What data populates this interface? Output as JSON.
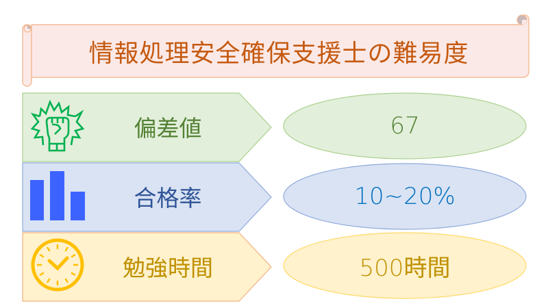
{
  "banner": {
    "title": "情報処理安全確保支援士の難易度",
    "fill": "#fbe9e7",
    "border": "#f4b183",
    "text_color": "#c55a11"
  },
  "rows": [
    {
      "label": "偏差値",
      "value": "67",
      "icon": "fist-icon",
      "fill": "#e2efda",
      "border": "#a9d18e",
      "text_color": "#548235",
      "icon_color": "#00b050"
    },
    {
      "label": "合格率",
      "value": "10~20%",
      "icon": "bar-chart-icon",
      "fill": "#dae3f3",
      "border": "#8faadc",
      "text_color": "#2f5597",
      "value_color": "#0070c0",
      "icon_color": "#3d63ff"
    },
    {
      "label": "勉強時間",
      "value": "500時間",
      "icon": "clock-icon",
      "fill": "#fff2cc",
      "border": "#f4b183",
      "ellipse_border": "#ffd966",
      "text_color": "#bf9000",
      "icon_color": "#ffc000"
    }
  ]
}
